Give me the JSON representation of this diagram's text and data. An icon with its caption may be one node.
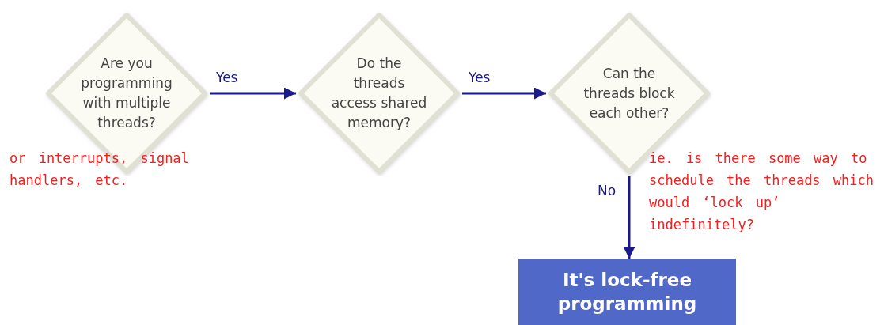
{
  "diagram": {
    "nodes": [
      {
        "text": [
          "Are you programming with multiple threads?"
        ]
      },
      {
        "text": [
          "Do the threads access shared memory?"
        ]
      },
      {
        "text": [
          "Can the threads block each other?"
        ]
      },
      {
        "text": [
          "It's lock-free programming"
        ]
      }
    ],
    "edges": [
      {
        "from": 0,
        "to": 1,
        "arrow": "to",
        "label": "Yes"
      },
      {
        "from": 1,
        "to": 2,
        "arrow": "to",
        "label": "Yes"
      },
      {
        "from": 2,
        "to": 3,
        "arrow": "to",
        "label": "No"
      }
    ],
    "labels": [
      "or interrupts, signal handlers, etc.",
      "ie. is there some way to schedule the threads which would ‘lock up’ indefinitely?"
    ]
  }
}
